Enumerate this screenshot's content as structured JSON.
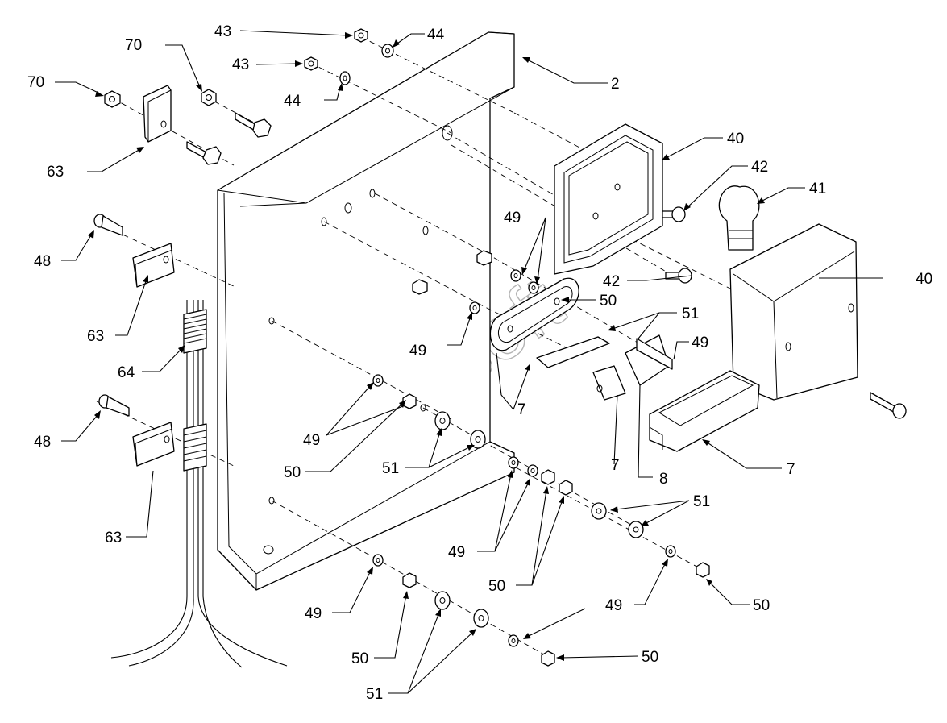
{
  "diagram": {
    "watermark": "Autosoft",
    "callouts": [
      {
        "id": "c43a",
        "text": "43"
      },
      {
        "id": "c44a",
        "text": "44"
      },
      {
        "id": "c70a",
        "text": "70"
      },
      {
        "id": "c43b",
        "text": "43"
      },
      {
        "id": "c70b",
        "text": "70"
      },
      {
        "id": "c44b",
        "text": "44"
      },
      {
        "id": "c2",
        "text": "2"
      },
      {
        "id": "c63a",
        "text": "63"
      },
      {
        "id": "c40a",
        "text": "40"
      },
      {
        "id": "c42a",
        "text": "42"
      },
      {
        "id": "c41",
        "text": "41"
      },
      {
        "id": "c49a",
        "text": "49"
      },
      {
        "id": "c48a",
        "text": "48"
      },
      {
        "id": "c42b",
        "text": "42"
      },
      {
        "id": "c40b",
        "text": "40"
      },
      {
        "id": "c50a",
        "text": "50"
      },
      {
        "id": "c51a",
        "text": "51"
      },
      {
        "id": "c63b",
        "text": "63"
      },
      {
        "id": "c49b",
        "text": "49"
      },
      {
        "id": "c49c",
        "text": "49"
      },
      {
        "id": "c64",
        "text": "64"
      },
      {
        "id": "c7a",
        "text": "7"
      },
      {
        "id": "c49d",
        "text": "49"
      },
      {
        "id": "c48b",
        "text": "48"
      },
      {
        "id": "c50b",
        "text": "50"
      },
      {
        "id": "c51b",
        "text": "51"
      },
      {
        "id": "c7b",
        "text": "7"
      },
      {
        "id": "c8",
        "text": "8"
      },
      {
        "id": "c7c",
        "text": "7"
      },
      {
        "id": "c51c",
        "text": "51"
      },
      {
        "id": "c63c",
        "text": "63"
      },
      {
        "id": "c49e",
        "text": "49"
      },
      {
        "id": "c50c",
        "text": "50"
      },
      {
        "id": "c49f",
        "text": "49"
      },
      {
        "id": "c49g",
        "text": "49"
      },
      {
        "id": "c50d",
        "text": "50"
      },
      {
        "id": "c50e",
        "text": "50"
      },
      {
        "id": "c50f",
        "text": "50"
      },
      {
        "id": "c51d",
        "text": "51"
      }
    ]
  }
}
